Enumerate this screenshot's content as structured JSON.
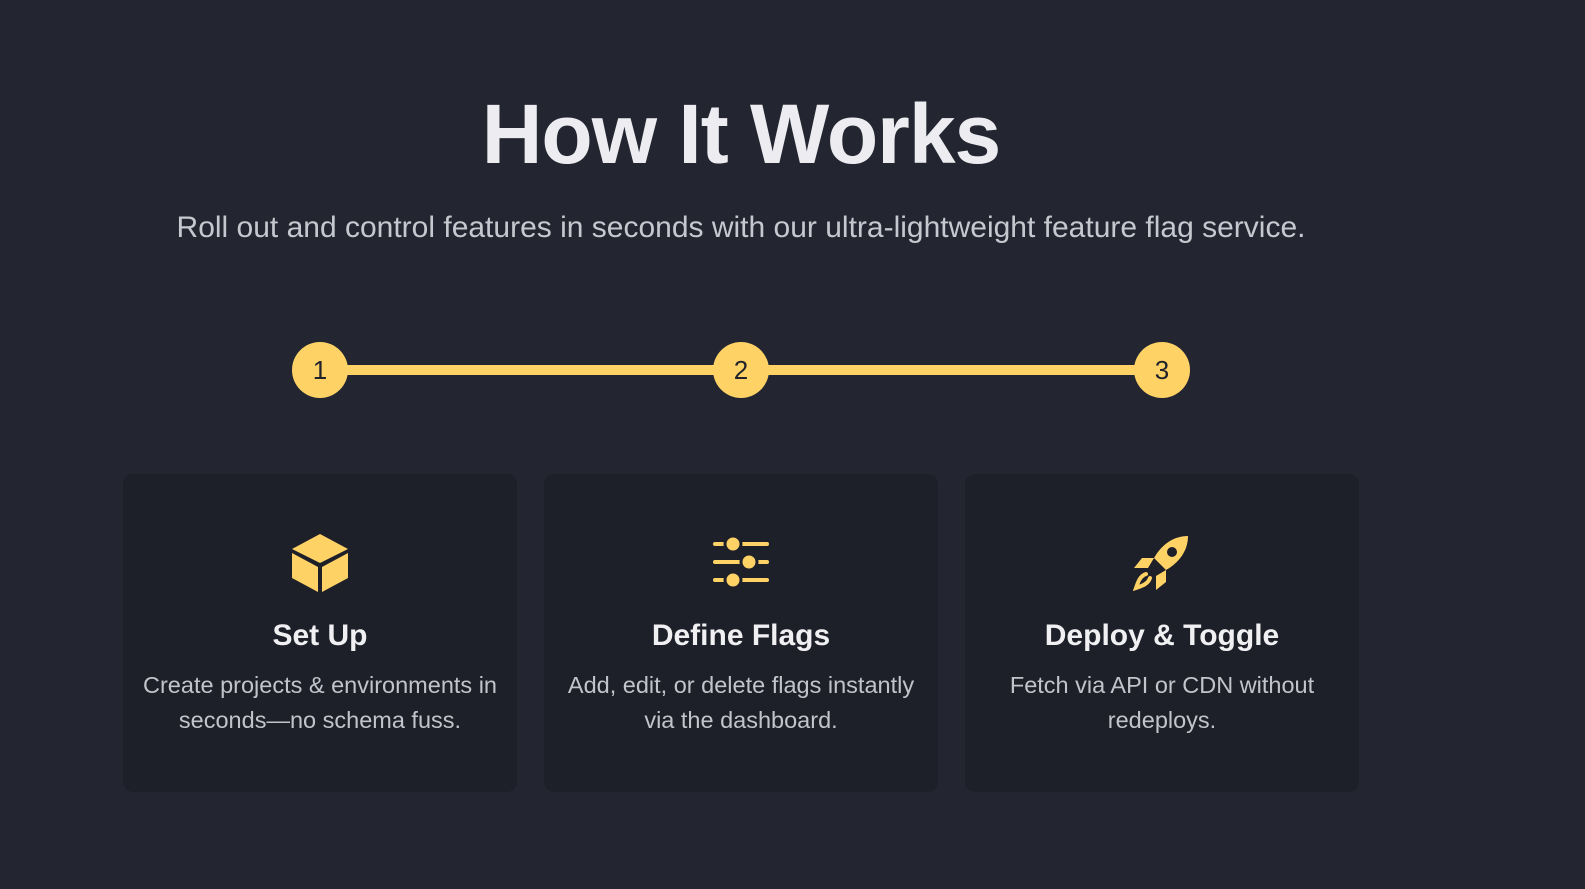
{
  "section": {
    "title": "How It Works",
    "subtitle": "Roll out and control features in seconds with our ultra-lightweight feature flag service."
  },
  "stepper": {
    "steps": [
      "1",
      "2",
      "3"
    ]
  },
  "cards": [
    {
      "icon": "cube-icon",
      "title": "Set Up",
      "description": "Create projects & environments in seconds—no schema fuss."
    },
    {
      "icon": "sliders-icon",
      "title": "Define Flags",
      "description": "Add, edit, or delete flags instantly via the dashboard."
    },
    {
      "icon": "rocket-icon",
      "title": "Deploy & Toggle",
      "description": "Fetch via API or CDN without redeploys."
    }
  ],
  "colors": {
    "background": "#232631",
    "card": "#1e2029",
    "accent": "#ffd265",
    "heading": "#ededf1",
    "body_text": "#c7c8cf"
  }
}
